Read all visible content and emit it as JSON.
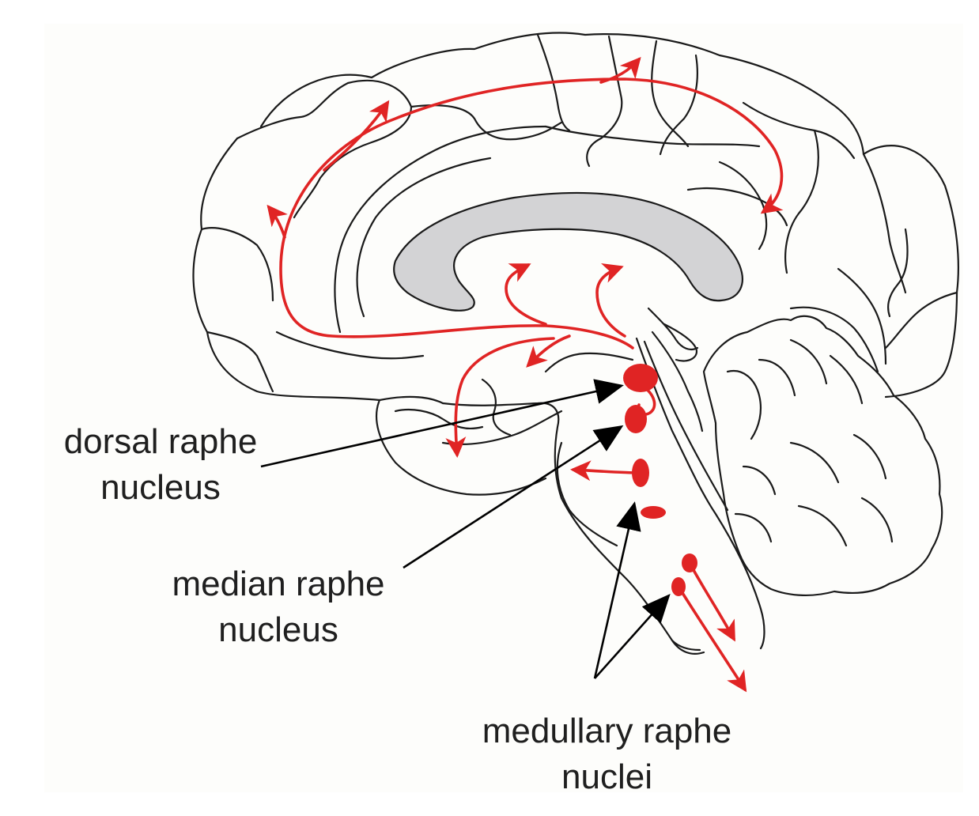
{
  "labels": {
    "dorsal": {
      "line1": "dorsal raphe",
      "line2": "nucleus"
    },
    "median": {
      "line1": "median raphe",
      "line2": "nucleus"
    },
    "medullary": {
      "line1": "medullary raphe",
      "line2": "nuclei"
    }
  },
  "colors": {
    "projection": "#e02424",
    "outline": "#1a1a1a",
    "corpus_callosum": "#d3d3d5",
    "background": "#fdfdfb"
  }
}
